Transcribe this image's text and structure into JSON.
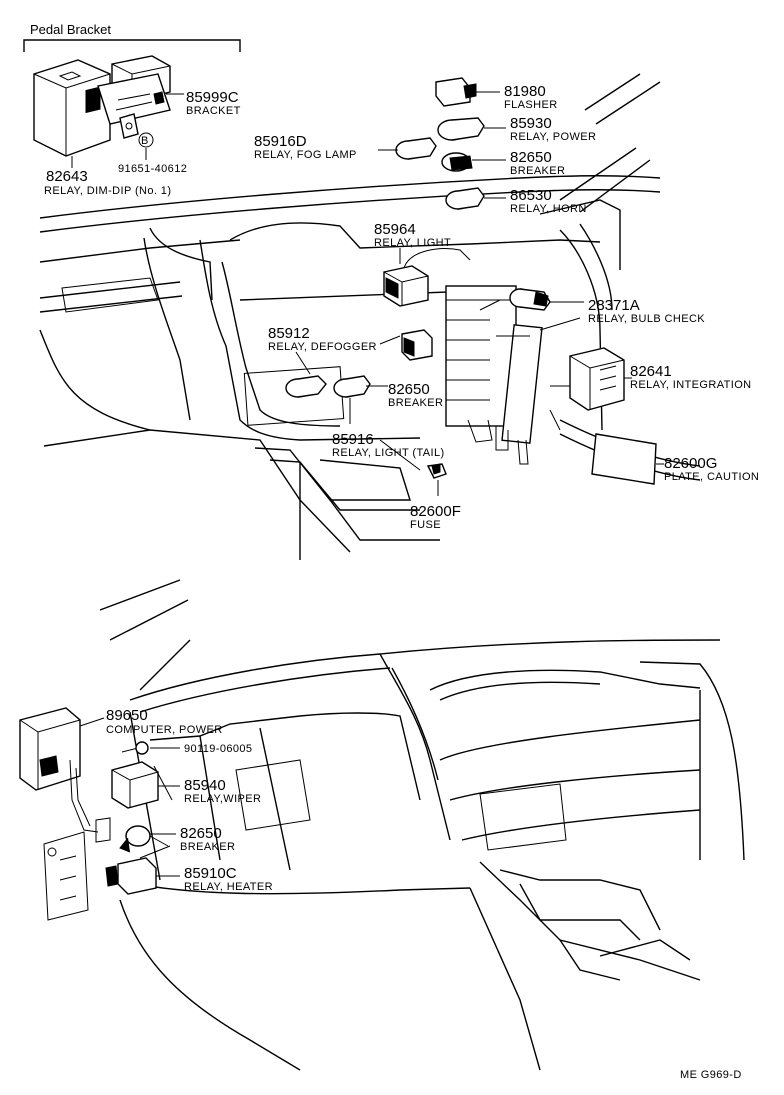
{
  "group": {
    "title": "Pedal Bracket"
  },
  "labels": [
    {
      "id": "l82643",
      "part_no": "82643",
      "name": "RELAY, DIM-DIP (No. 1)"
    },
    {
      "id": "l85999c",
      "part_no": "85999C",
      "name": "BRACKET"
    },
    {
      "id": "l91651",
      "part_no": "91651-40612",
      "name": ""
    },
    {
      "id": "l81980",
      "part_no": "81980",
      "name": "FLASHER"
    },
    {
      "id": "l85930",
      "part_no": "85930",
      "name": "RELAY, POWER"
    },
    {
      "id": "l85916d",
      "part_no": "85916D",
      "name": "RELAY, FOG LAMP"
    },
    {
      "id": "l82650a",
      "part_no": "82650",
      "name": "BREAKER"
    },
    {
      "id": "l86530",
      "part_no": "86530",
      "name": "RELAY, HORN"
    },
    {
      "id": "l85964",
      "part_no": "85964",
      "name": "RELAY, LIGHT"
    },
    {
      "id": "l28371a",
      "part_no": "28371A",
      "name": "RELAY, BULB CHECK"
    },
    {
      "id": "l85912",
      "part_no": "85912",
      "name": "RELAY, DEFOGGER"
    },
    {
      "id": "l82650b",
      "part_no": "82650",
      "name": "BREAKER"
    },
    {
      "id": "l82641",
      "part_no": "82641",
      "name": "RELAY, INTEGRATION"
    },
    {
      "id": "l85916",
      "part_no": "85916",
      "name": "RELAY, LIGHT (TAIL)"
    },
    {
      "id": "l82600g",
      "part_no": "82600G",
      "name": "PLATE, CAUTION"
    },
    {
      "id": "l82600f",
      "part_no": "82600F",
      "name": "FUSE"
    },
    {
      "id": "l89650",
      "part_no": "89650",
      "name": "COMPUTER, POWER"
    },
    {
      "id": "l90119",
      "part_no": "90119-06005",
      "name": ""
    },
    {
      "id": "l85940",
      "part_no": "85940",
      "name": "RELAY,WIPER"
    },
    {
      "id": "l82650c",
      "part_no": "82650",
      "name": "BREAKER"
    },
    {
      "id": "l85910c",
      "part_no": "85910C",
      "name": "RELAY, HEATER"
    }
  ],
  "marker": {
    "symbol": "B"
  },
  "footer": {
    "code": "ME  G969-D"
  }
}
